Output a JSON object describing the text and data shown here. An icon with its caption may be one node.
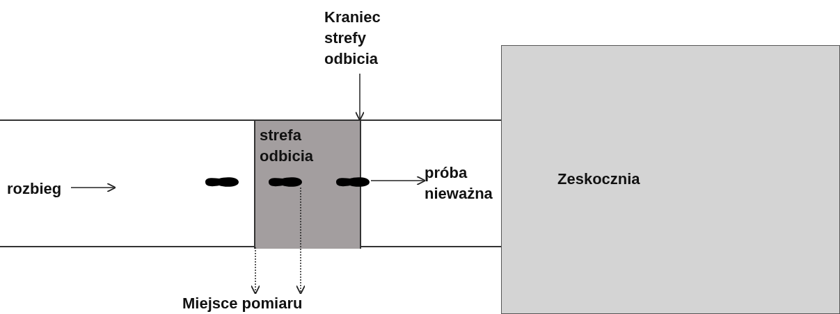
{
  "diagram": {
    "nodes": [
      {
        "text": [],
        "shape": "bar"
      },
      {
        "text": [
          "strefa odbicia"
        ],
        "in": 0
      },
      {
        "text": [
          "rozbieg"
        ],
        "in": 0
      },
      {
        "text": [],
        "shape": "footprint",
        "in": 0
      },
      {
        "text": [],
        "shape": "footprint",
        "in": 1
      },
      {
        "text": [],
        "shape": "footprint",
        "in": 0
      },
      {
        "text": [
          "Kraniec strefy odbicia"
        ]
      },
      {
        "text": [
          "próba nieważna"
        ],
        "in": 0
      },
      {
        "text": [
          "Zeskocznia"
        ]
      },
      {
        "text": [
          "Miejsce pomiaru"
        ]
      }
    ],
    "edges": [
      {
        "from": 2,
        "to": null,
        "arrow": "to"
      },
      {
        "from": 6,
        "to": 1,
        "arrow": "to"
      },
      {
        "from": 5,
        "to": 7,
        "arrow": "to"
      },
      {
        "from": 1,
        "to": 9,
        "arrow": "to",
        "style": "dashed"
      },
      {
        "from": 4,
        "to": 9,
        "arrow": "to",
        "style": "dashed"
      }
    ]
  }
}
